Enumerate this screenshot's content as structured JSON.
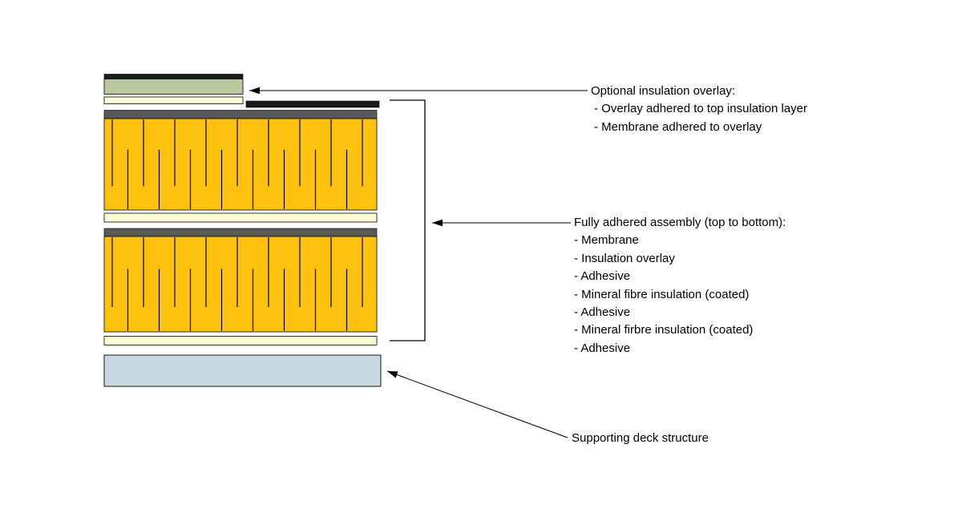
{
  "colors": {
    "membrane": "#1c1c1c",
    "overlay_green": "#b9c89e",
    "adhesive_cream": "#ffffd6",
    "coating_gray": "#595959",
    "insulation_yellow": "#fcc20f",
    "deck_blue": "#c9d7e1",
    "line": "#000000"
  },
  "annotations": {
    "optional_overlay": {
      "title": "Optional insulation overlay:",
      "items": [
        "- Overlay adhered to top insulation layer",
        "- Membrane adhered to overlay"
      ]
    },
    "assembly": {
      "title": "Fully adhered assembly (top to bottom):",
      "items": [
        "- Membrane",
        "- Insulation overlay",
        "- Adhesive",
        "- Mineral fibre insulation (coated)",
        "- Adhesive",
        "- Mineral firbre insulation (coated)",
        "- Adhesive"
      ]
    },
    "deck": {
      "title": "Supporting deck structure"
    }
  }
}
